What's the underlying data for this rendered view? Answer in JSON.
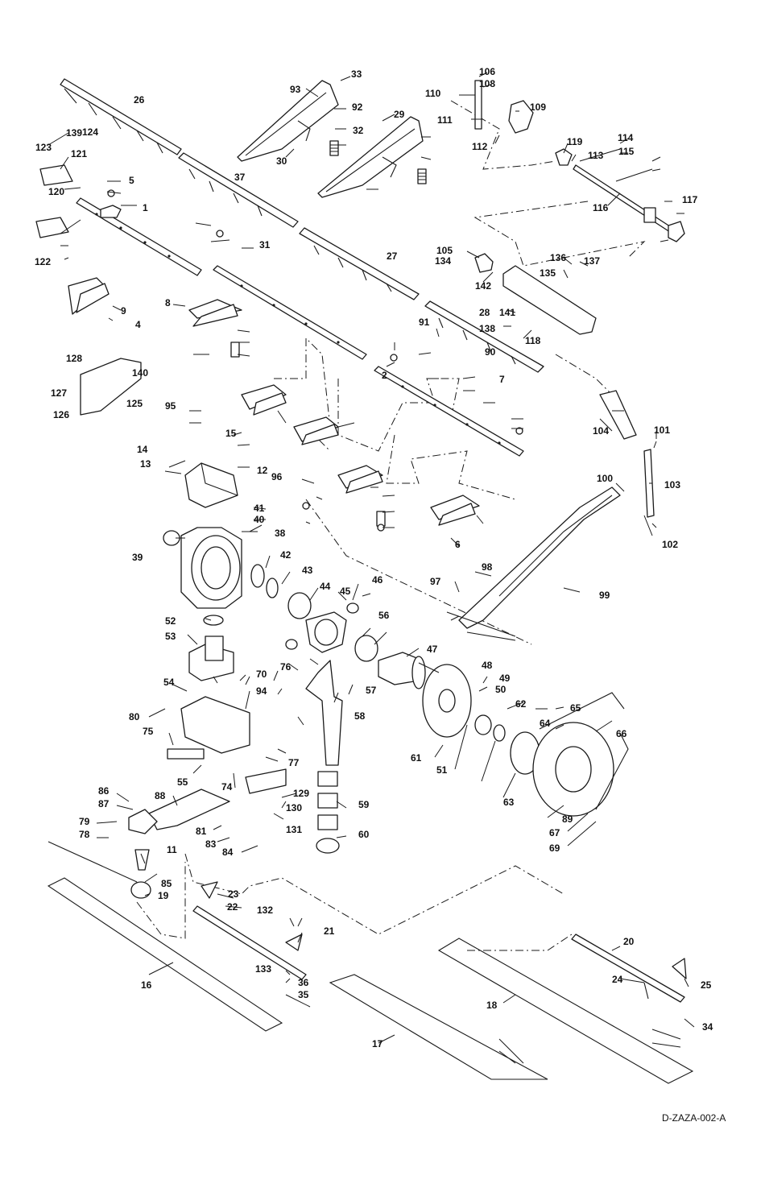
{
  "drawing_id": "D-ZAZA-002-A",
  "callouts": [
    "1",
    "2",
    "4",
    "5",
    "6",
    "7",
    "8",
    "9",
    "11",
    "12",
    "13",
    "14",
    "15",
    "16",
    "17",
    "18",
    "19",
    "20",
    "21",
    "22",
    "23",
    "24",
    "25",
    "26",
    "27",
    "28",
    "29",
    "30",
    "31",
    "32",
    "33",
    "34",
    "35",
    "36",
    "37",
    "38",
    "39",
    "40",
    "41",
    "42",
    "43",
    "44",
    "45",
    "46",
    "47",
    "48",
    "49",
    "50",
    "51",
    "52",
    "53",
    "54",
    "55",
    "56",
    "57",
    "58",
    "59",
    "60",
    "61",
    "62",
    "63",
    "64",
    "65",
    "66",
    "67",
    "69",
    "70",
    "74",
    "75",
    "76",
    "77",
    "78",
    "79",
    "80",
    "81",
    "83",
    "84",
    "85",
    "86",
    "87",
    "88",
    "89",
    "90",
    "91",
    "92",
    "93",
    "94",
    "95",
    "96",
    "97",
    "98",
    "99",
    "100",
    "101",
    "102",
    "103",
    "104",
    "105",
    "106",
    "108",
    "109",
    "110",
    "111",
    "112",
    "113",
    "114",
    "115",
    "116",
    "117",
    "118",
    "119",
    "120",
    "121",
    "122",
    "123",
    "124",
    "125",
    "126",
    "127",
    "128",
    "129",
    "130",
    "131",
    "132",
    "133",
    "134",
    "135",
    "136",
    "137",
    "138",
    "139",
    "140",
    "141",
    "142"
  ]
}
